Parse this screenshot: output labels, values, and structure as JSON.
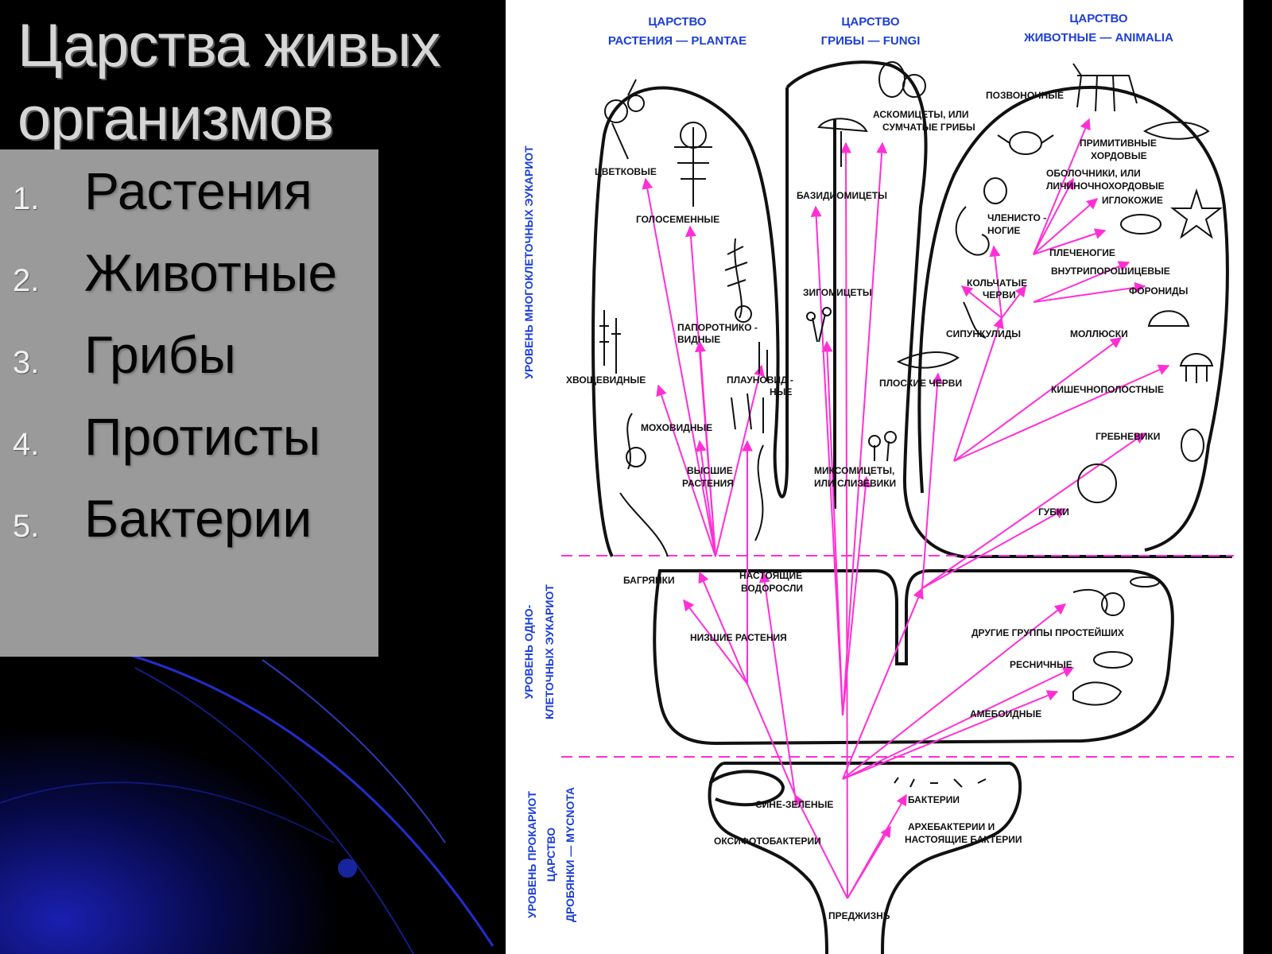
{
  "slide": {
    "title_line1": "Царства живых",
    "title_line2": "организмов",
    "list": [
      {
        "num": "1.",
        "label": "Растения"
      },
      {
        "num": "2.",
        "label": "Животные"
      },
      {
        "num": "3.",
        "label": "Грибы"
      },
      {
        "num": "4.",
        "label": "Протисты"
      },
      {
        "num": "5.",
        "label": "Бактерии"
      }
    ]
  },
  "diagram": {
    "kingdoms": {
      "plantae": [
        "ЦАРСТВО",
        "РАСТЕНИЯ — PLANTAE"
      ],
      "fungi": [
        "ЦАРСТВО",
        "ГРИБЫ — FUNGI"
      ],
      "animalia": [
        "ЦАРСТВО",
        "ЖИВОТНЫЕ — ANIMALIA"
      ]
    },
    "levels": {
      "multicellular": "УРОВЕНЬ МНОГОКЛЕТОЧНЫХ ЭУКАРИОТ",
      "unicellular_1": "УРОВЕНЬ ОДНО-",
      "unicellular_2": "КЛЕТОЧНЫХ ЭУКАРИОТ",
      "prokaryote_1": "УРОВЕНЬ ПРОКАРИОТ",
      "prokaryote_2": "ЦАРСТВО",
      "prokaryote_3": "ДРОБЯНКИ — MYCNOTA"
    },
    "plants": {
      "flowering": "ЦВЕТКОВЫЕ",
      "gymnosperms": "ГОЛОСЕМЕННЫЕ",
      "ferns_1": "ПАПОРОТНИКО -",
      "ferns_2": "ВИДНЫЕ",
      "horsetails": "ХВОЩЕВИДНЫЕ",
      "lycopods_1": "ПЛАУНОВИД -",
      "lycopods_2": "НЫЕ",
      "mosses": "МОХОВИДНЫЕ",
      "higher_1": "ВЫСШИЕ",
      "higher_2": "РАСТЕНИЯ"
    },
    "fungi": {
      "ascomycetes_1": "АСКОМИЦЕТЫ, ИЛИ",
      "ascomycetes_2": "СУМЧАТЫЕ ГРИБЫ",
      "basidiomycetes": "БАЗИДИОМИЦЕТЫ",
      "zygomycetes": "ЗИГОМИЦЕТЫ",
      "myxomycetes_1": "МИКСОМИЦЕТЫ,",
      "myxomycetes_2": "ИЛИ СЛИЗЕВИКИ"
    },
    "animals": {
      "vertebrates": "ПОЗВОНОЧНЫЕ",
      "primitive_chordates_1": "ПРИМИТИВНЫЕ",
      "primitive_chordates_2": "ХОРДОВЫЕ",
      "tunicates_1": "ОБОЛОЧНИКИ, ИЛИ",
      "tunicates_2": "ЛИЧИНОЧНОХОРДОВЫЕ",
      "echinoderms": "ИГЛОКОЖИЕ",
      "arthropods_1": "ЧЛЕНИСТО -",
      "arthropods_2": "НОГИЕ",
      "brachiopods": "ПЛЕЧЕНОГИЕ",
      "entoprocts": "ВНУТРИПОРОШИЦЕВЫЕ",
      "annelids_1": "КОЛЬЧАТЫЕ",
      "annelids_2": "ЧЕРВИ",
      "phoronids": "ФОРОНИДЫ",
      "sipunculids": "СИПУНКУЛИДЫ",
      "molluscs": "МОЛЛЮСКИ",
      "flatworms": "ПЛОСКИЕ ЧЕРВИ",
      "coelenterates": "КИШЕЧНОПОЛОСТНЫЕ",
      "ctenophores": "ГРЕБНЕВИКИ",
      "sponges": "ГУБКИ"
    },
    "protists": {
      "red_algae": "БАГРЯНКИ",
      "true_algae_1": "НАСТОЯЩИЕ",
      "true_algae_2": "ВОДОРОСЛИ",
      "lower_plants": "НИЗШИЕ РАСТЕНИЯ",
      "other_protozoa": "ДРУГИЕ ГРУППЫ ПРОСТЕЙШИХ",
      "ciliates": "РЕСНИЧНЫЕ",
      "amoeboid": "АМЕБОИДНЫЕ"
    },
    "prokaryotes": {
      "blue_green": "СИНЕ-ЗЕЛЕНЫЕ",
      "bacteria": "БАКТЕРИИ",
      "oxyphoto": "ОКСИФОТОБАКТЕРИИ",
      "archae_1": "АРХЕБАКТЕРИИ И",
      "archae_2": "НАСТОЯЩИЕ БАКТЕРИИ",
      "prelife": "ПРЕДЖИЗНЬ"
    }
  },
  "colors": {
    "arrow": "#ff2fd6",
    "kingdom_text": "#1d3fd6",
    "panel": "#9a9a9a"
  }
}
